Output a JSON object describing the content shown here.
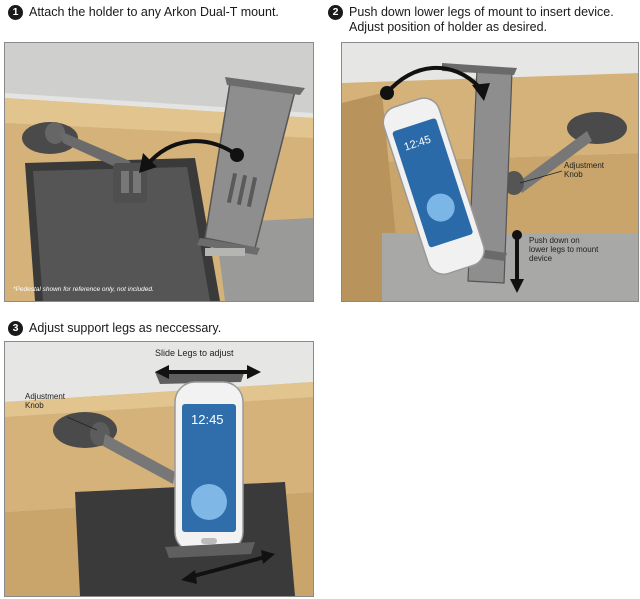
{
  "steps": [
    {
      "number": "1",
      "text": "Attach the holder to any Arkon Dual-T mount."
    },
    {
      "number": "2",
      "text": "Push down lower legs of mount to insert device. Adjust position of holder as desired."
    },
    {
      "number": "3",
      "text": "Adjust support legs as neccessary."
    }
  ],
  "panel1": {
    "note": "*Pedestal shown for reference only, not included."
  },
  "panel2": {
    "callout_knob": "Adjustment Knob",
    "callout_push": "Push down on lower legs to mount device"
  },
  "panel3": {
    "callout_slide": "Slide Legs to adjust",
    "callout_knob": "Adjustment Knob",
    "phone_time": "12:45"
  },
  "colors": {
    "dash": "#d4b27a",
    "dash_dark": "#b8945c",
    "mount": "#8e8e8e",
    "mount_dark": "#555555",
    "sky": "#e6e6e4"
  }
}
